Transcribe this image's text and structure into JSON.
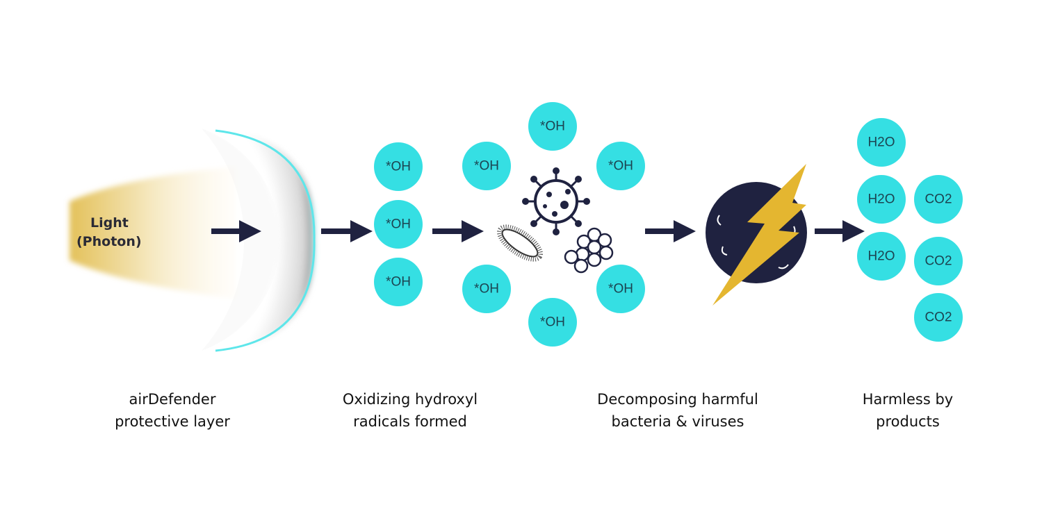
{
  "light_label": {
    "line1": "Light",
    "line2": "(Photon)"
  },
  "hydroxyl_label": "*OH",
  "water_label": "H2O",
  "co2_label": "CO2",
  "captions": [
    {
      "line1": "airDefender",
      "line2": "protective layer"
    },
    {
      "line1": "Oxidizing hydroxyl",
      "line2": "radicals formed"
    },
    {
      "line1": "Decomposing harmful",
      "line2": "bacteria & viruses"
    },
    {
      "line1": "Harmless by",
      "line2": "products"
    }
  ],
  "colors": {
    "molecule": "#35dfe3",
    "arrow": "#1f2240",
    "bolt": "#e4b630",
    "germ": "#1f2240"
  }
}
